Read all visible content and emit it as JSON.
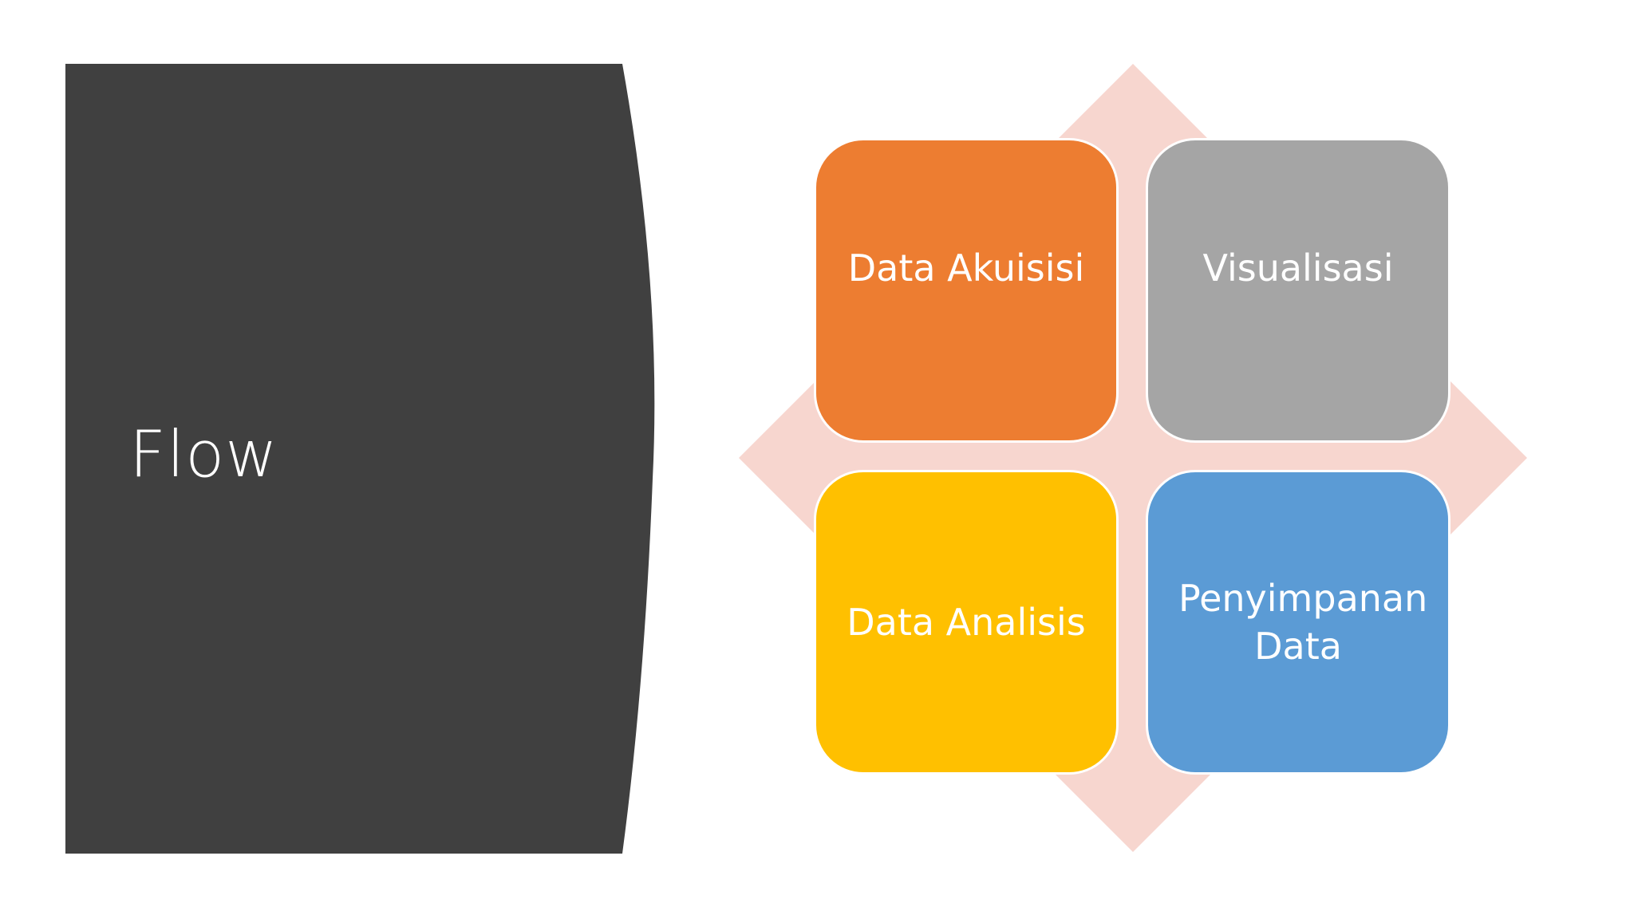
{
  "slide": {
    "title": "Flow",
    "colors": {
      "background": "#ffffff",
      "panel": "#404040",
      "arrow_shape": "#f7d6cf",
      "title_text": "#ffffff"
    }
  },
  "diagram": {
    "items": [
      {
        "label": "Data Akuisisi",
        "color": "#ed7d31"
      },
      {
        "label": "Visualisasi",
        "color": "#a5a5a5"
      },
      {
        "label": "Data Analisis",
        "color": "#ffc000"
      },
      {
        "label": "Penyimpanan Data",
        "color": "#5b9bd5"
      }
    ]
  }
}
